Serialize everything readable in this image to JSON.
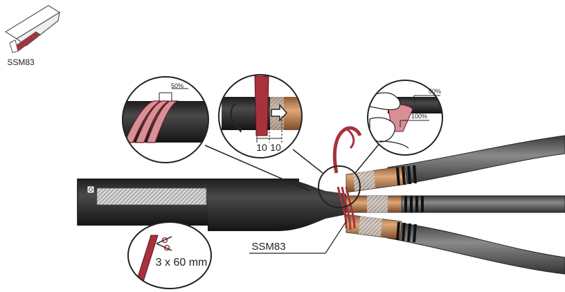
{
  "product": {
    "code": "SSM83"
  },
  "callouts": {
    "overlap_top_left": "50%",
    "overlap_top_right": "50%",
    "overlap_bottom_right": "100%",
    "measure_left": "10",
    "measure_right": "10",
    "cut_length": "3 x 60 mm",
    "pointer_label": "SSM83"
  },
  "colors": {
    "tape": "#a8323c",
    "tape_light": "#d88f96",
    "cable": "#2b2b2b",
    "copper": "#c98a58"
  },
  "icons": [
    "tape-roll-icon",
    "scissors-icon",
    "rotation-arrow-icon",
    "hand-icon"
  ]
}
